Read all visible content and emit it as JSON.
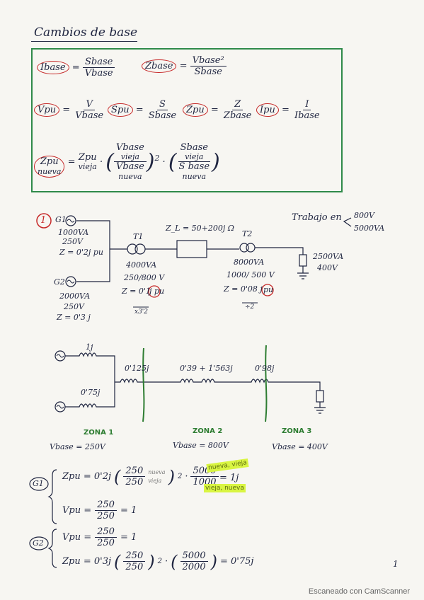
{
  "title": "Cambios de base",
  "formulas": {
    "ibase": {
      "lhs": "Ibase",
      "num": "Sbase",
      "den": "Vbase"
    },
    "zbase": {
      "lhs": "Zbase",
      "num": "Vbase²",
      "den": "Sbase"
    },
    "vpu": {
      "lhs": "Vpu",
      "num": "V",
      "den": "Vbase"
    },
    "spu": {
      "lhs": "Spu",
      "num": "S",
      "den": "Sbase"
    },
    "zpu": {
      "lhs": "Zpu",
      "num": "Z",
      "den": "Zbase"
    },
    "ipu": {
      "lhs": "Ipu",
      "num": "I",
      "den": "Ibase"
    },
    "change": {
      "lhs_top": "Zpu",
      "lhs_bottom": "nueva",
      "rhs_a": "Zpu",
      "rhs_a_sub": "vieja",
      "v_num": "Vbase",
      "v_num_sub": "vieja",
      "v_den": "Vbase",
      "v_den_sub": "nueva",
      "s_num": "Sbase",
      "s_num_sub": "vieja",
      "s_den": "S base",
      "s_den_sub": "nueva",
      "exp": "2"
    }
  },
  "problem": {
    "number": "1",
    "work_note": "Trabajo en",
    "work_values": [
      "800V",
      "5000VA"
    ],
    "g1": {
      "name": "G1",
      "s": "1000VA",
      "v": "250V",
      "z": "Z = 0'2j pu"
    },
    "g2": {
      "name": "G2",
      "s": "2000VA",
      "v": "250V",
      "z": "Z = 0'3 j"
    },
    "t1": {
      "name": "T1",
      "s": "4000VA",
      "ratio": "250/800 V",
      "z": "Z = 0'1",
      "zpu": "j pu",
      "factor": "x3'2"
    },
    "line": {
      "label": "Z_L = 50+200j Ω"
    },
    "t2": {
      "name": "T2",
      "s": "8000VA",
      "ratio": "1000/ 500 V",
      "z": "Z = 0'08 j",
      "zpu": "pu",
      "factor": "÷2"
    },
    "load": {
      "s": "2500VA",
      "v": "400V"
    }
  },
  "equivalent": {
    "z_g1": "1j",
    "z_g2": "0'75j",
    "z_t1": "0'125j",
    "z_line": "0'39 + 1'563j",
    "z_t2": "0'98j",
    "zones": [
      {
        "name": "ZONA 1",
        "vbase": "Vbase = 250V"
      },
      {
        "name": "ZONA 2",
        "vbase": "Vbase = 800V"
      },
      {
        "name": "ZONA 3",
        "vbase": "Vbase = 400V"
      }
    ]
  },
  "calc_g1": {
    "tag": "G1",
    "zpu_lhs": "Zpu = 0'2j",
    "v_num": "250",
    "v_den": "250",
    "annot_top": "nueva",
    "annot_bottom": "vieja",
    "s_num": "5000",
    "s_den": "1000",
    "hl_1": "nueva, vieja",
    "hl_2": "vieja, nueva",
    "result": "= 1j",
    "vpu_lhs": "Vpu =",
    "vpu_num": "250",
    "vpu_den": "250",
    "vpu_result": "= 1"
  },
  "calc_g2": {
    "tag": "G2",
    "vpu_lhs": "Vpu =",
    "vpu_num": "250",
    "vpu_den": "250",
    "vpu_result": "= 1",
    "zpu_lhs": "Zpu = 0'3j",
    "v_num": "250",
    "v_den": "250",
    "s_num": "5000",
    "s_den": "2000",
    "result": "= 0'75j"
  },
  "page_number": "1",
  "footer": "Escaneado con CamScanner"
}
